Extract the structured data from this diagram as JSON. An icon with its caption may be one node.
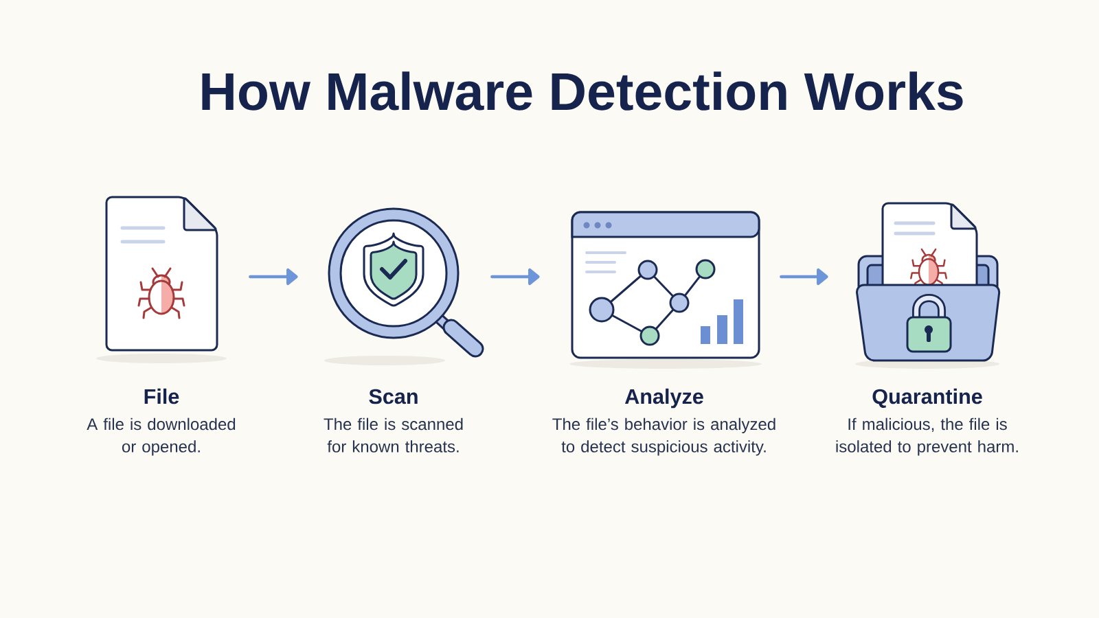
{
  "diagram": {
    "title": "How Malware Detection Works",
    "nodes": [
      {
        "text": [
          "File",
          "A file is downloaded or opened."
        ]
      },
      {
        "text": [
          "Scan",
          "The file is scanned for known threats."
        ]
      },
      {
        "text": [
          "Analyze",
          "The file’s behavior is analyzed to detect suspicious activity."
        ]
      },
      {
        "text": [
          "Quarantine",
          "If malicious, the file is isolated to prevent harm."
        ]
      }
    ],
    "edges": [
      {
        "from": 0,
        "to": 1,
        "arrow": "to"
      },
      {
        "from": 1,
        "to": 2,
        "arrow": "to"
      },
      {
        "from": 2,
        "to": 3,
        "arrow": "to"
      }
    ]
  }
}
